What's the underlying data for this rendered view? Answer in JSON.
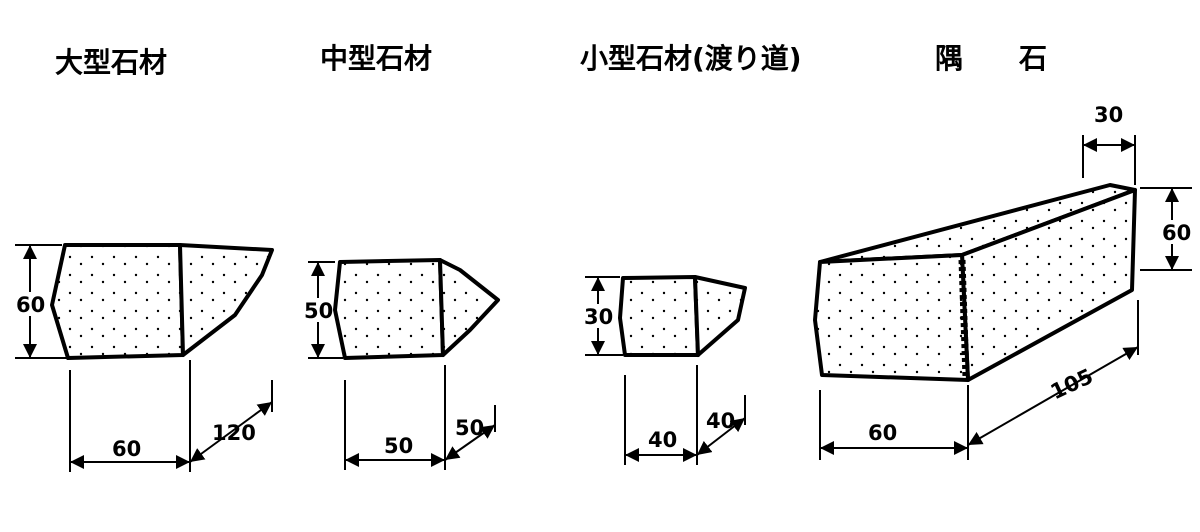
{
  "titles": {
    "large": "大型石材",
    "medium": "中型石材",
    "small": "小型石材(渡り道)",
    "corner": "隅　　石"
  },
  "dims": {
    "large_height": "60",
    "large_width": "60",
    "large_depth": "120",
    "medium_height": "50",
    "medium_width": "50",
    "medium_depth": "50",
    "small_height": "30",
    "small_width": "40",
    "small_depth": "40",
    "corner_top": "30",
    "corner_height": "60",
    "corner_length": "105",
    "corner_width": "60"
  }
}
